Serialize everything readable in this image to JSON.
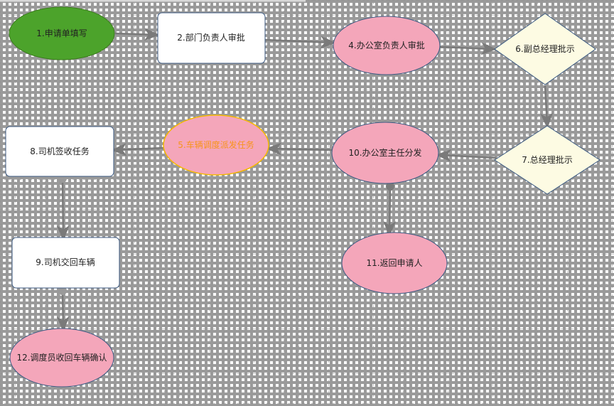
{
  "diagram": {
    "nodes": {
      "n1": "1.申请单填写",
      "n2": "2.部门负责人审批",
      "n4": "4.办公室负责人审批",
      "n6": "6.副总经理批示",
      "n7": "7.总经理批示",
      "n10": "10.办公室主任分发",
      "n5": "5.车辆调度派发任务",
      "n8": "8.司机签收任务",
      "n9": "9.司机交回车辆",
      "n11": "11.返回申请人",
      "n12": "12.调度员收回车辆确认"
    },
    "colors": {
      "green_fill": "#4ca32b",
      "green_stroke": "#3b7a1d",
      "pink_fill": "#f4a6ba",
      "pink_stroke": "#3c5a82",
      "diamond_fill": "#fdfbe3",
      "rect_stroke": "#3c5a82",
      "arrow": "#7a7a7a",
      "orange_text": "#f7941d",
      "orange_stroke": "#f5b800"
    }
  }
}
